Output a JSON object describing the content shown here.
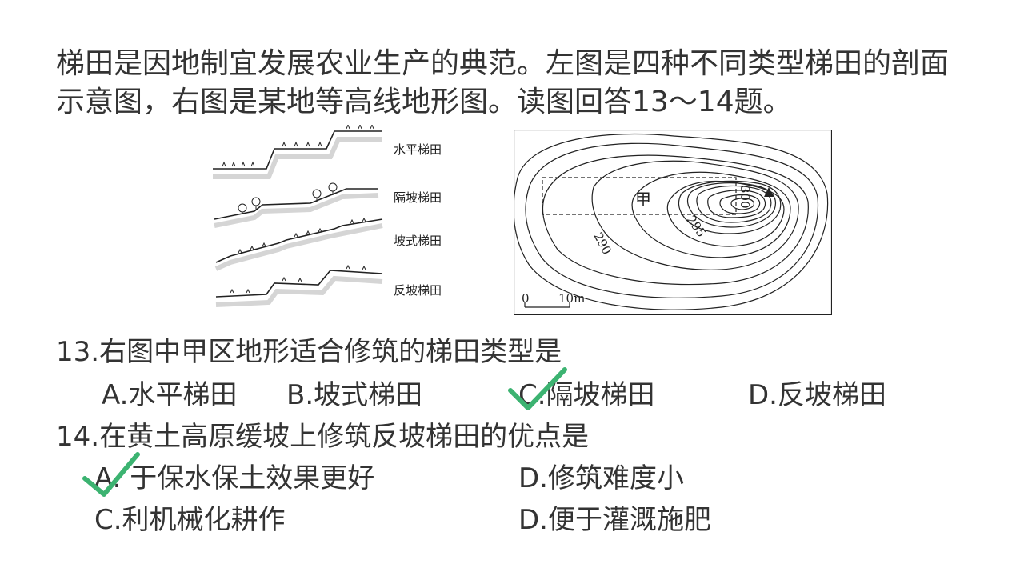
{
  "intro": "梯田是因地制宜发展农业生产的典范。左图是四种不同类型梯田的剖面示意图，右图是某地等高线地形图。读图回答13～14题。",
  "left_figure": {
    "labels": [
      "水平梯田",
      "隔坡梯田",
      "坡式梯田",
      "反坡梯田"
    ]
  },
  "right_figure": {
    "region_label": "甲",
    "contour_labels": [
      "290",
      "295",
      "300"
    ],
    "scale_zero": "0",
    "scale_label": "10m"
  },
  "q13": {
    "stem": "13.右图中甲区地形适合修筑的梯田类型是",
    "options": [
      "A.水平梯田",
      "B.坡式梯田",
      "C.隔坡梯田",
      "D.反坡梯田"
    ]
  },
  "q14": {
    "stem": "14.在黄土高原缓坡上修筑反坡梯田的优点是",
    "options": [
      "A. 于保水保土效果更好",
      "D.修筑难度小",
      "C.利机械化耕作",
      "D.便于灌溉施肥"
    ]
  },
  "colors": {
    "text": "#333333",
    "check": "#3cb371"
  }
}
